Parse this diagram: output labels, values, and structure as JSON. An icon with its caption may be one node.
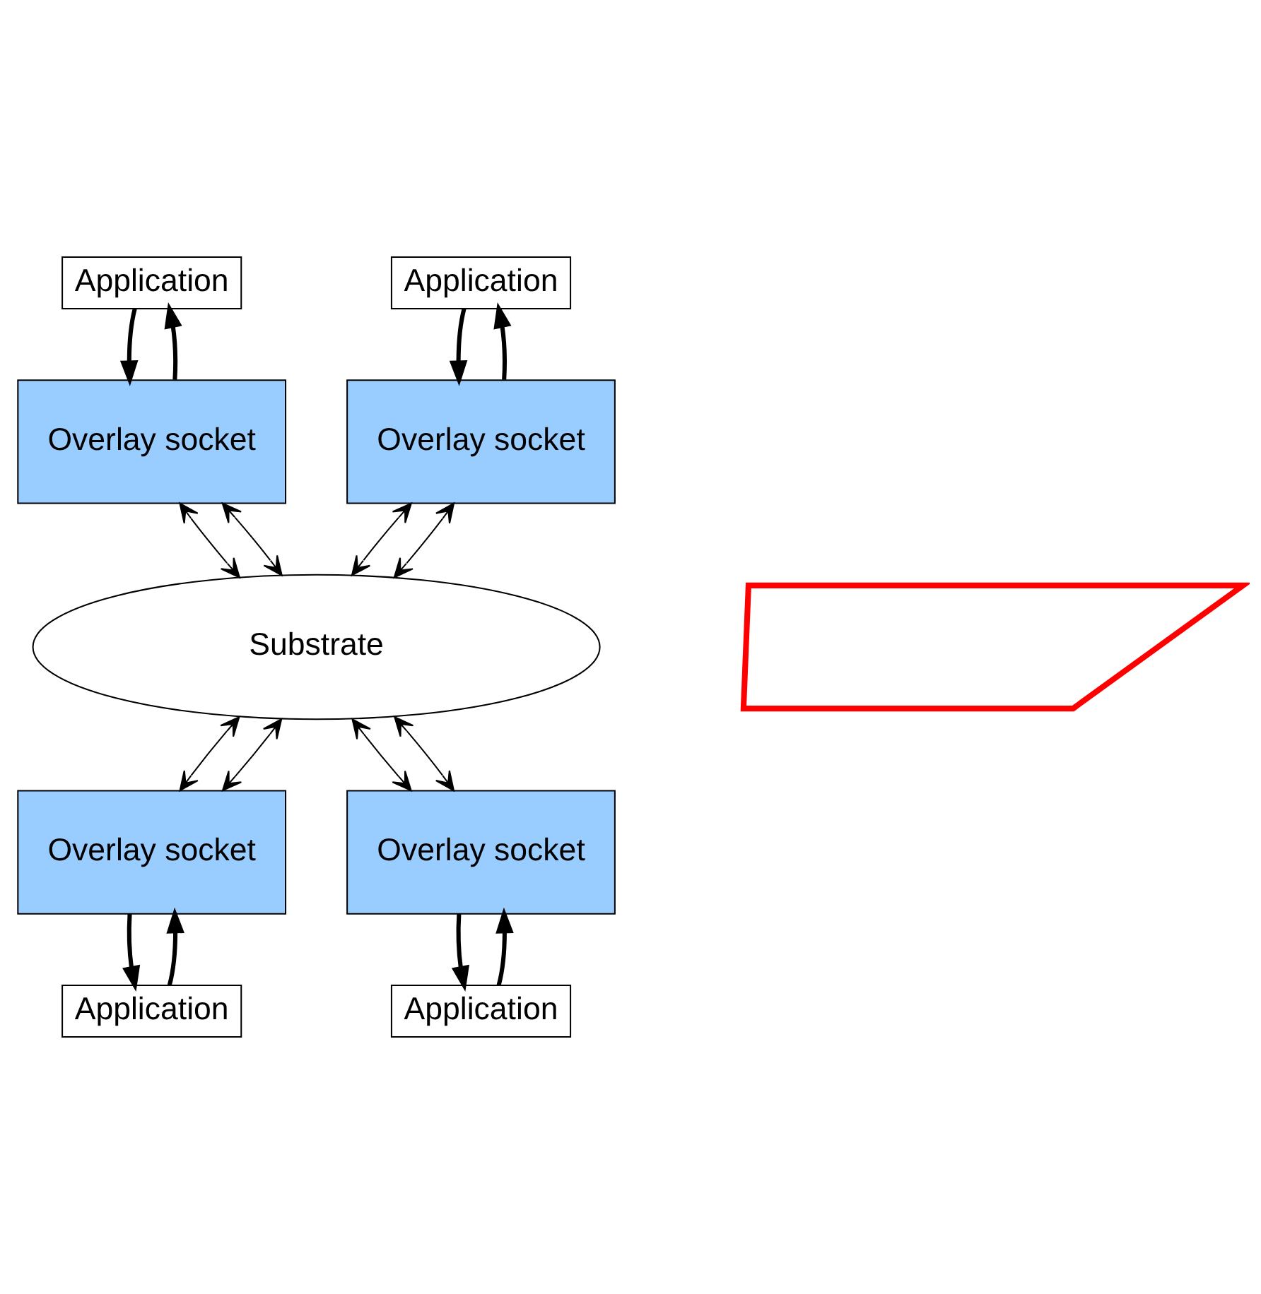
{
  "diagram": {
    "nodes": [
      {
        "text": [
          "Application"
        ]
      },
      {
        "text": [
          "Application"
        ]
      },
      {
        "text": [
          "Overlay socket"
        ]
      },
      {
        "text": [
          "Overlay socket"
        ]
      },
      {
        "text": [
          "Substrate"
        ]
      },
      {
        "text": [],
        "shape": "polygon"
      },
      {
        "text": [
          "Overlay socket"
        ]
      },
      {
        "text": [
          "Overlay socket"
        ]
      },
      {
        "text": [
          "Application"
        ]
      },
      {
        "text": [
          "Application"
        ]
      }
    ],
    "edges": [
      {
        "from": 0,
        "to": 2,
        "arrow": "to",
        "style": "thick"
      },
      {
        "from": 2,
        "to": 0,
        "arrow": "to",
        "style": "thick"
      },
      {
        "from": 3,
        "to": 1,
        "arrow": "to",
        "style": "thick"
      },
      {
        "from": 1,
        "to": 3,
        "arrow": "to",
        "style": "thick"
      },
      {
        "from": 2,
        "to": 4,
        "arrow": "both"
      },
      {
        "from": 2,
        "to": 4,
        "arrow": "both"
      },
      {
        "from": 3,
        "to": 4,
        "arrow": "both"
      },
      {
        "from": 3,
        "to": 4,
        "arrow": "both"
      },
      {
        "from": 4,
        "to": 6,
        "arrow": "both"
      },
      {
        "from": 4,
        "to": 6,
        "arrow": "both"
      },
      {
        "from": 4,
        "to": 7,
        "arrow": "both"
      },
      {
        "from": 4,
        "to": 7,
        "arrow": "both"
      },
      {
        "from": 8,
        "to": 6,
        "arrow": "to",
        "style": "thick"
      },
      {
        "from": 6,
        "to": 8,
        "arrow": "to",
        "style": "thick"
      },
      {
        "from": 9,
        "to": 7,
        "arrow": "to",
        "style": "thick"
      },
      {
        "from": 7,
        "to": 9,
        "arrow": "to",
        "style": "thick"
      }
    ]
  }
}
